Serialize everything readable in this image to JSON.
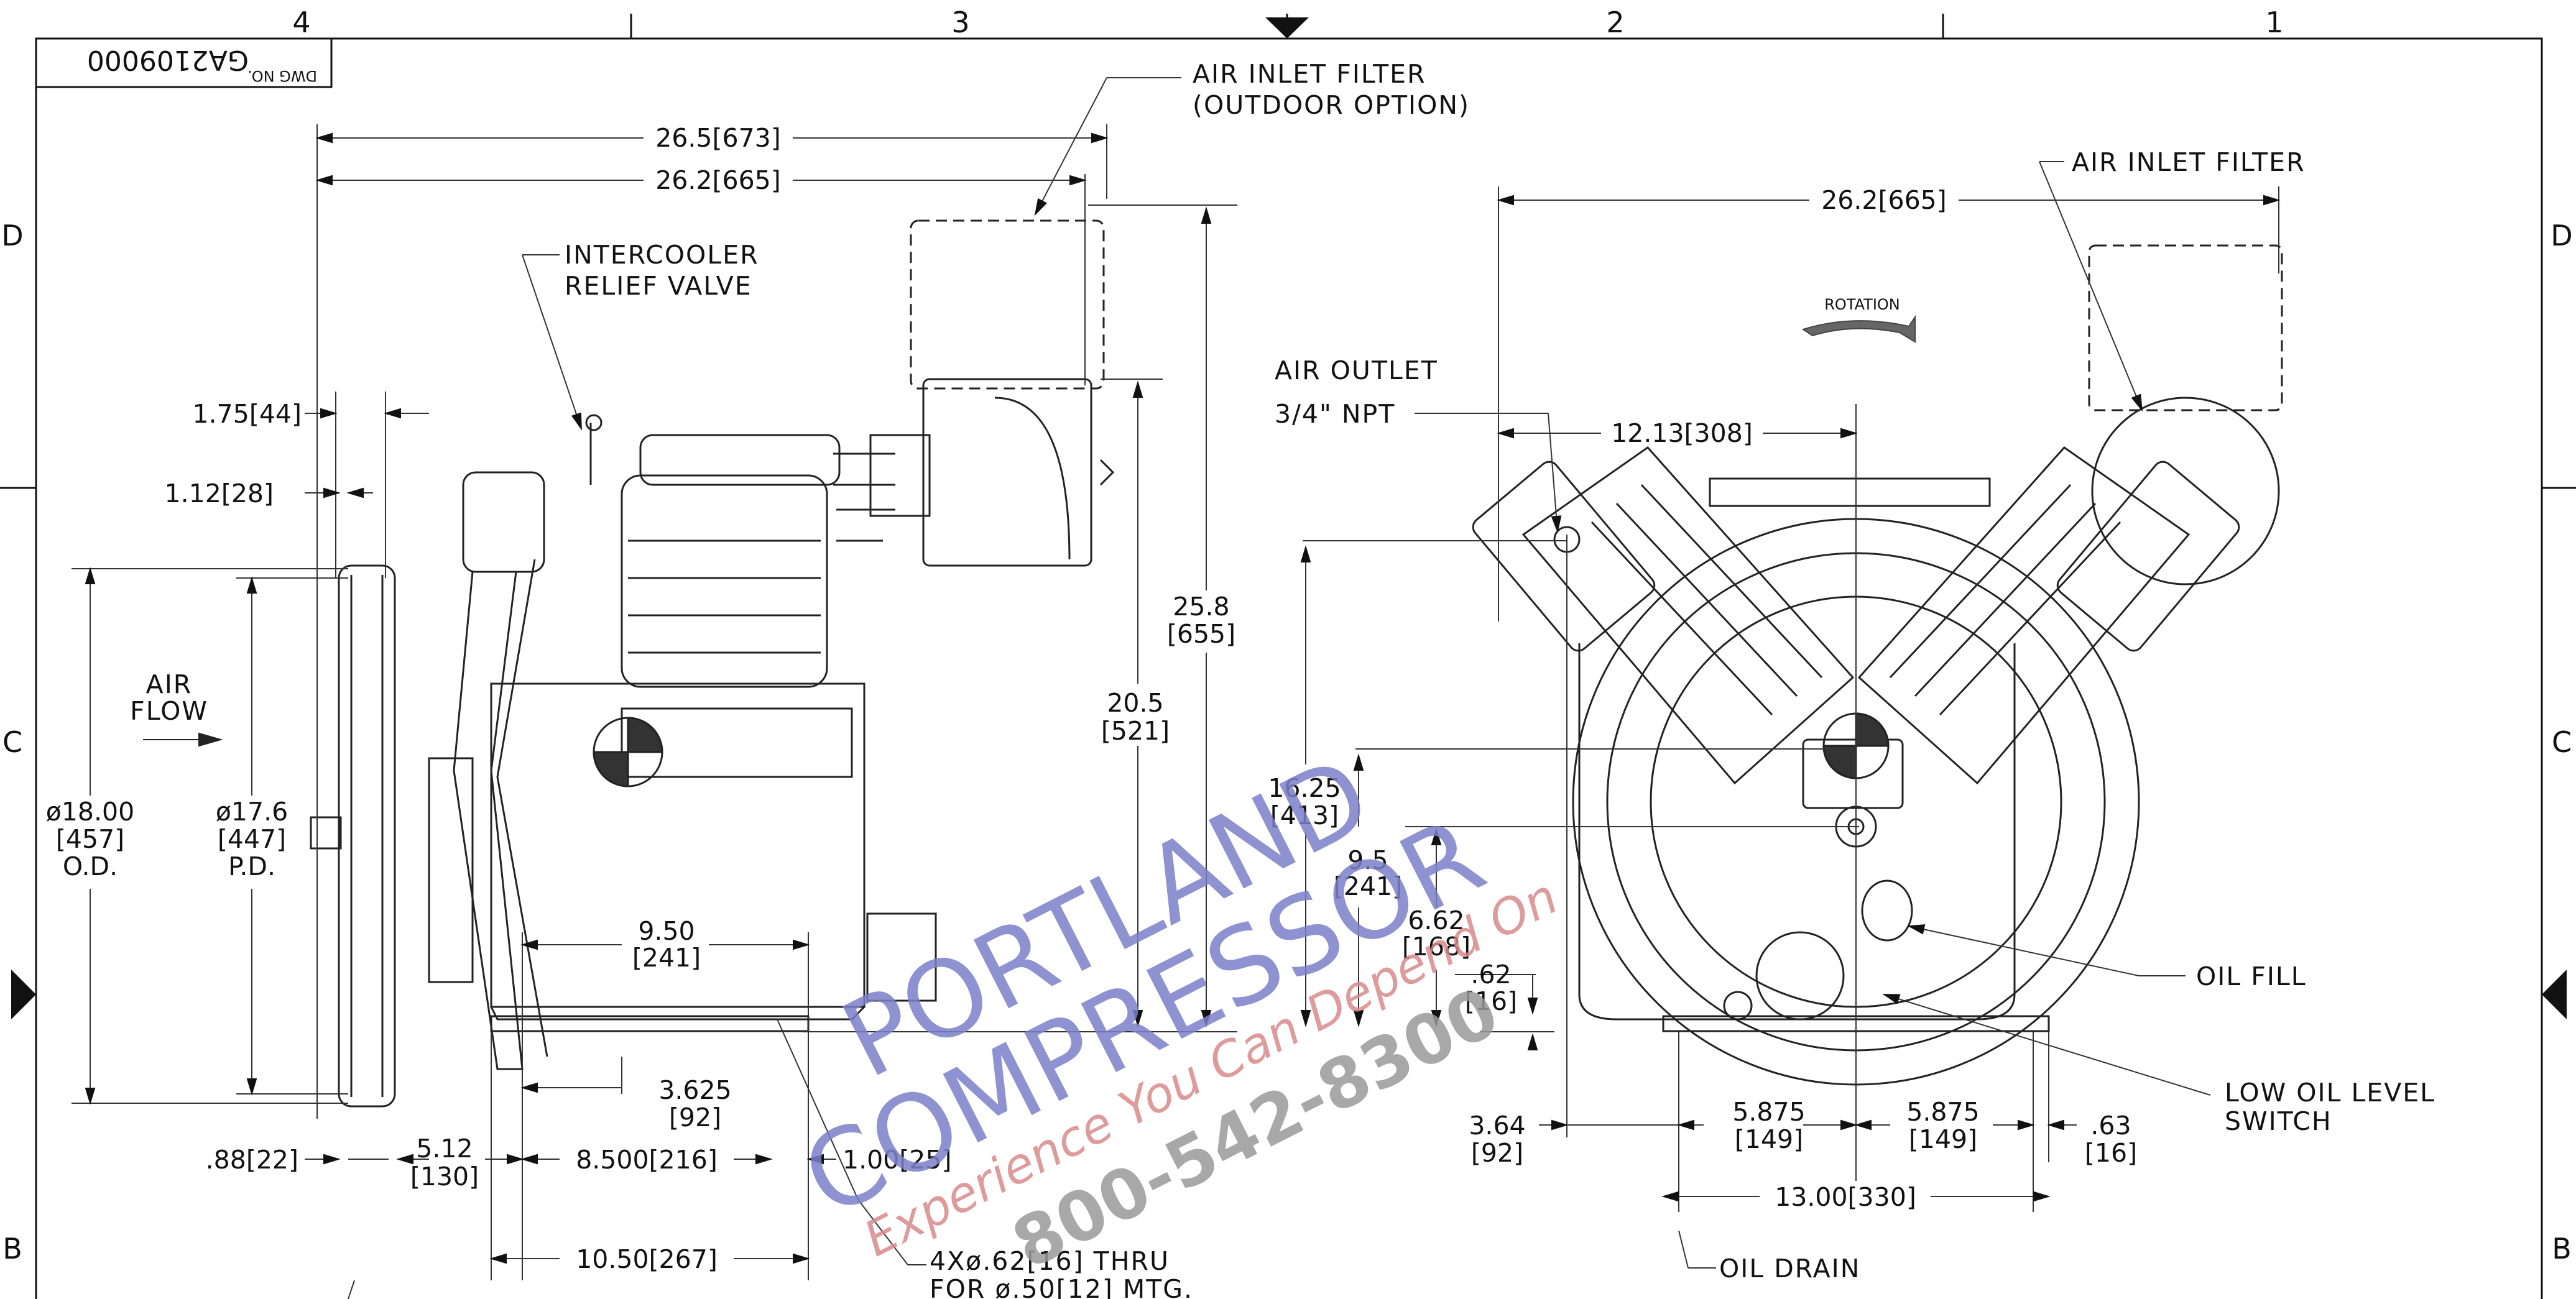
{
  "drawing": {
    "dwg_no_label": "DWG NO.",
    "dwg_no": "GA2109000",
    "zones_top": [
      "4",
      "3",
      "2",
      "1"
    ],
    "zones_side_left": [
      "D",
      "C",
      "B"
    ],
    "zones_side_right": [
      "D",
      "C",
      "B"
    ]
  },
  "side_view": {
    "dims": {
      "overall_width": "26.5[673]",
      "inner_width": "26.2[665]",
      "pulley_offset_a": "1.75[44]",
      "pulley_offset_b": "1.12[28]",
      "pulley_od": "ø18.00",
      "pulley_od_mm": "[457]",
      "pulley_od_note": "O.D.",
      "pulley_pd": "ø17.6",
      "pulley_pd_mm": "[447]",
      "pulley_pd_note": "P.D.",
      "height_total": "25.8",
      "height_total_mm": "[655]",
      "height_body": "20.5",
      "height_body_mm": "[521]",
      "base_width": "9.50",
      "base_width_mm": "[241]",
      "mount_offset": "3.625",
      "mount_offset_mm": "[92]",
      "belt_offset": ".88[22]",
      "shaft_len": "5.12",
      "shaft_len_mm": "[130]",
      "mount_spacing": "8.500[216]",
      "base_edge": "1.00[25]",
      "base_total": "10.50[267]"
    },
    "labels": {
      "air_inlet_filter_outdoor_1": "AIR INLET FILTER",
      "air_inlet_filter_outdoor_2": "(OUTDOOR OPTION)",
      "intercooler_1": "INTERCOOLER",
      "intercooler_2": "RELIEF VALVE",
      "air_flow_1": "AIR",
      "air_flow_2": "FLOW",
      "mount_holes_1": "4Xø.62[16] THRU",
      "mount_holes_2": "FOR ø.50[12] MTG."
    }
  },
  "front_view": {
    "dims": {
      "width": "26.2[665]",
      "outlet_offset": "12.13[308]",
      "height_outlet": "16.25",
      "height_outlet_mm": "[413]",
      "height_shaft": "9.5",
      "height_shaft_mm": "[241]",
      "height_fill": "6.62",
      "height_fill_mm": "[168]",
      "height_base": ".62",
      "height_base_mm": "[16]",
      "left_offset": "3.64",
      "left_offset_mm": "[92]",
      "half_span_left": "5.875",
      "half_span_left_mm": "[149]",
      "half_span_right": "5.875",
      "half_span_right_mm": "[149]",
      "right_edge": ".63",
      "right_edge_mm": "[16]",
      "base_total": "13.00[330]"
    },
    "labels": {
      "air_inlet_filter": "AIR INLET FILTER",
      "rotation": "ROTATION",
      "air_outlet_1": "AIR OUTLET",
      "air_outlet_2": "3/4\" NPT",
      "oil_fill": "OIL FILL",
      "low_oil_1": "LOW OIL LEVEL",
      "low_oil_2": "SWITCH",
      "oil_drain": "OIL DRAIN"
    }
  },
  "watermark": {
    "line1": "PORTLAND",
    "line2": "COMPRESSOR",
    "tagline": "Experience You Can Depend On",
    "phone": "800-542-8300",
    "colors": {
      "name": "#7b80c9",
      "tagline": "#d98a8a",
      "phone": "#9a9a9a"
    }
  }
}
